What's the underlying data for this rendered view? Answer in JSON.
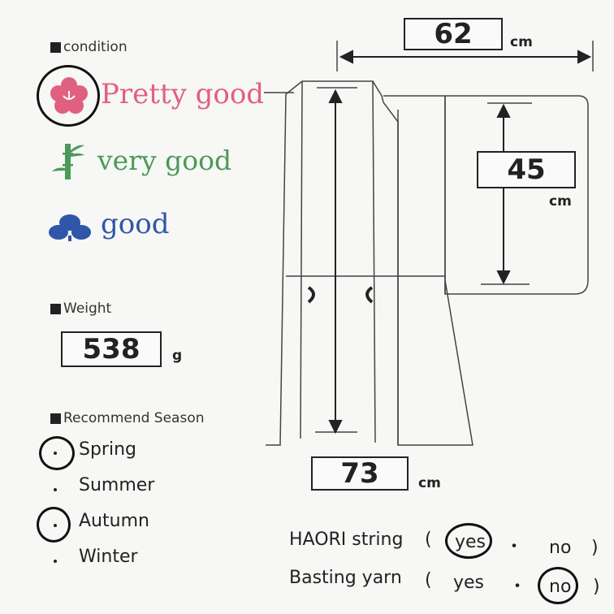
{
  "condition": {
    "title": "condition",
    "levels": [
      {
        "label": "Pretty good",
        "color": "#e0607f",
        "icon": "plum-blossom-icon"
      },
      {
        "label": "very good",
        "color": "#4a9a5a",
        "icon": "bamboo-icon"
      },
      {
        "label": "good",
        "color": "#2f56a8",
        "icon": "pine-icon"
      }
    ],
    "selected": "Pretty good"
  },
  "weight": {
    "title": "Weight",
    "value": "538",
    "unit": "g"
  },
  "season": {
    "title": "Recommend Season",
    "items": [
      "Spring",
      "Summer",
      "Autumn",
      "Winter"
    ],
    "selected": [
      "Spring",
      "Autumn"
    ]
  },
  "measurements": {
    "width": {
      "value": "62",
      "unit": "cm"
    },
    "sleeve": {
      "value": "45",
      "unit": "cm"
    },
    "length": {
      "value": "73",
      "unit": "cm"
    }
  },
  "options": {
    "haori_string": {
      "label": "HAORI string",
      "open": "(",
      "yes": "yes",
      "sep": "・",
      "no": "no",
      "close": ")",
      "selected": "yes"
    },
    "basting_yarn": {
      "label": "Basting yarn",
      "open": "(",
      "yes": "yes",
      "sep": "・",
      "no": "no",
      "close": ")",
      "selected": "no"
    }
  }
}
